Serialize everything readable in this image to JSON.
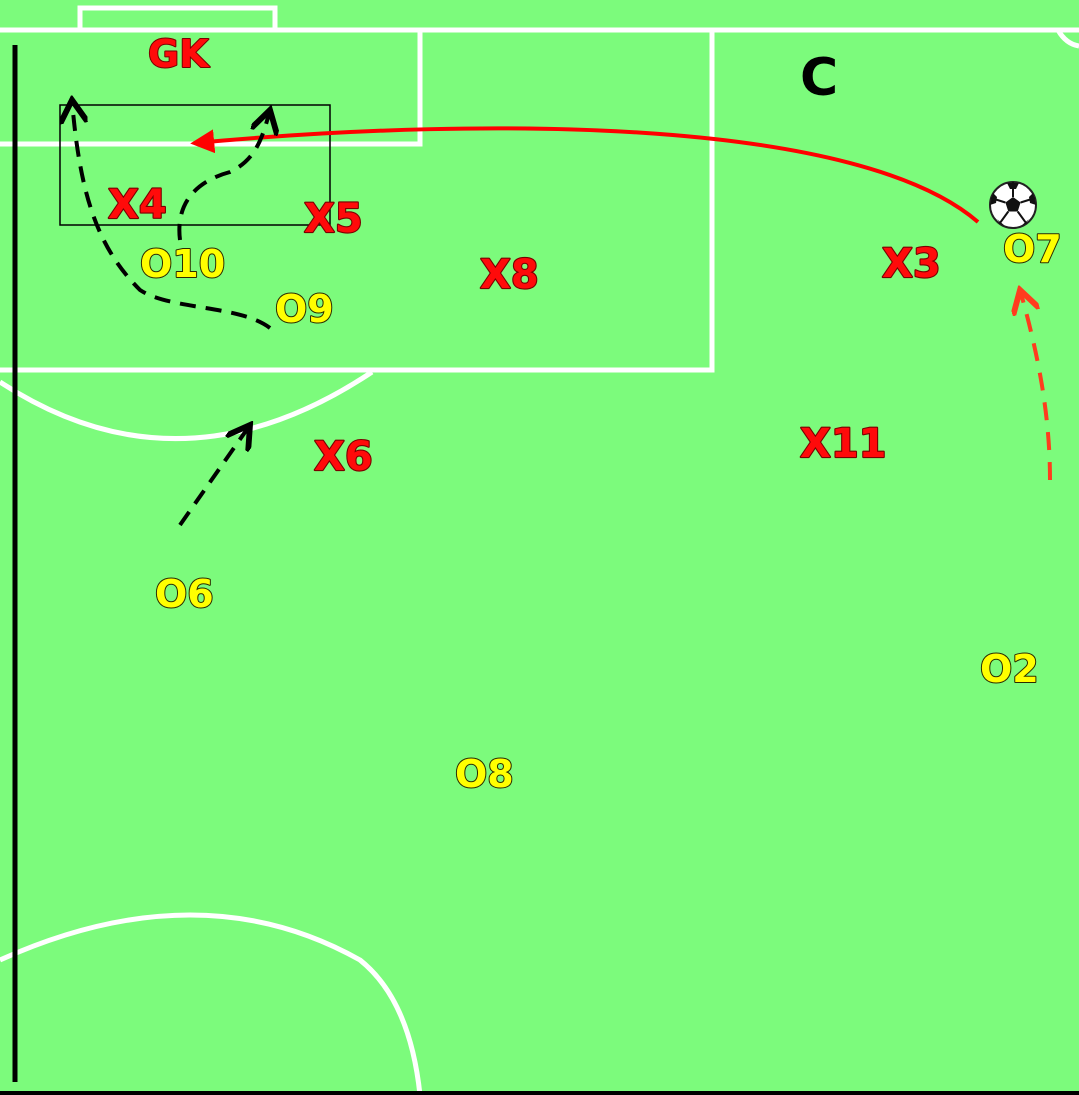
{
  "panel_label": "C",
  "colors": {
    "pitch": "#7cfb7c",
    "lines": "#ffffff",
    "defender": "#ff0a0a",
    "attacker": "#ffff00",
    "pass_arrow": "#ff0000",
    "player_run": "#000000",
    "winger_run": "#ff3c1e"
  },
  "goalkeeper": "GK",
  "defenders": [
    "X4",
    "X5",
    "X8",
    "X3",
    "X6",
    "X11"
  ],
  "attackers": [
    "O10",
    "O9",
    "O7",
    "O6",
    "O2",
    "O8"
  ],
  "ball_icon": "soccer-ball-icon"
}
